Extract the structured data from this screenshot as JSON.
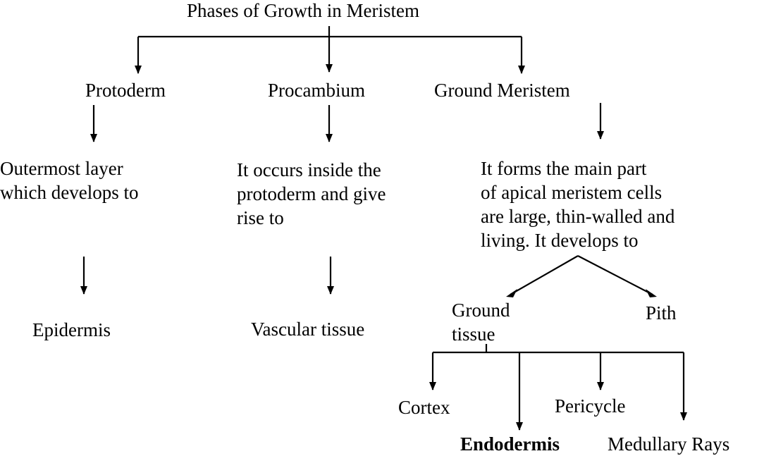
{
  "diagram": {
    "title": "Phases of Growth in Meristem",
    "branches": {
      "protoderm": {
        "label": "Protoderm",
        "description": [
          "Outermost layer",
          "which develops to"
        ],
        "result": "Epidermis"
      },
      "procambium": {
        "label": "Procambium",
        "description": [
          "It occurs inside the",
          "protoderm and give",
          "rise to"
        ],
        "result": "Vascular tissue"
      },
      "ground_meristem": {
        "label": "Ground Meristem",
        "description": [
          "It forms the main part",
          "of apical meristem cells",
          "are large, thin-walled and",
          "living. It develops to"
        ],
        "ground_tissue": [
          "Ground",
          "tissue"
        ],
        "pith": "Pith",
        "ground_tissue_parts": {
          "cortex": "Cortex",
          "endodermis": "Endodermis",
          "pericycle": "Pericycle",
          "medullary_rays": "Medullary Rays"
        }
      }
    }
  }
}
